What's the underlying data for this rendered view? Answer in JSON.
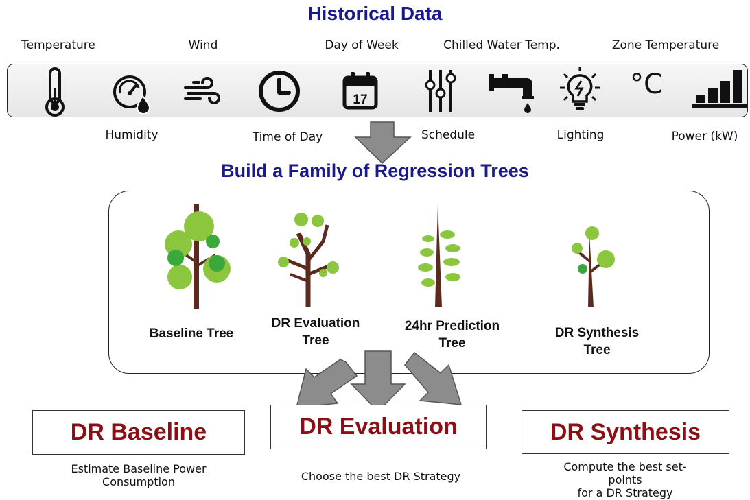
{
  "historical_title": "Historical Data",
  "features_top": {
    "temperature": "Temperature",
    "wind": "Wind",
    "day_of_week": "Day of Week",
    "chilled_water": "Chilled Water Temp.",
    "zone_temp": "Zone Temperature"
  },
  "features_bottom": {
    "humidity": "Humidity",
    "time_of_day": "Time of Day",
    "schedule": "Schedule",
    "lighting": "Lighting",
    "power": "Power (kW)"
  },
  "icons": {
    "calendar_day": "17",
    "celsius": "°C"
  },
  "family_title": "Build a Family of Regression Trees",
  "trees": {
    "baseline": "Baseline Tree",
    "dr_evaluation_1": "DR Evaluation",
    "dr_evaluation_2": "Tree",
    "prediction_1": "24hr Prediction",
    "prediction_2": "Tree",
    "synthesis_1": "DR Synthesis",
    "synthesis_2": "Tree"
  },
  "outputs": {
    "baseline_title": "DR Baseline",
    "baseline_desc_1": "Estimate Baseline Power",
    "baseline_desc_2": "Consumption",
    "evaluation_title": "DR Evaluation",
    "evaluation_desc": "Choose the best DR Strategy",
    "synthesis_title": "DR Synthesis",
    "synthesis_desc_1": "Compute the best set-points",
    "synthesis_desc_2": "for a DR Strategy"
  },
  "colors": {
    "title_blue": "#1a1a8c",
    "output_red": "#8b1016",
    "arrow_gray": "#8c8c8c",
    "leaf_green": "#8cc63f",
    "leaf_dark": "#3aa83a",
    "trunk_brown": "#5a2a1e"
  }
}
